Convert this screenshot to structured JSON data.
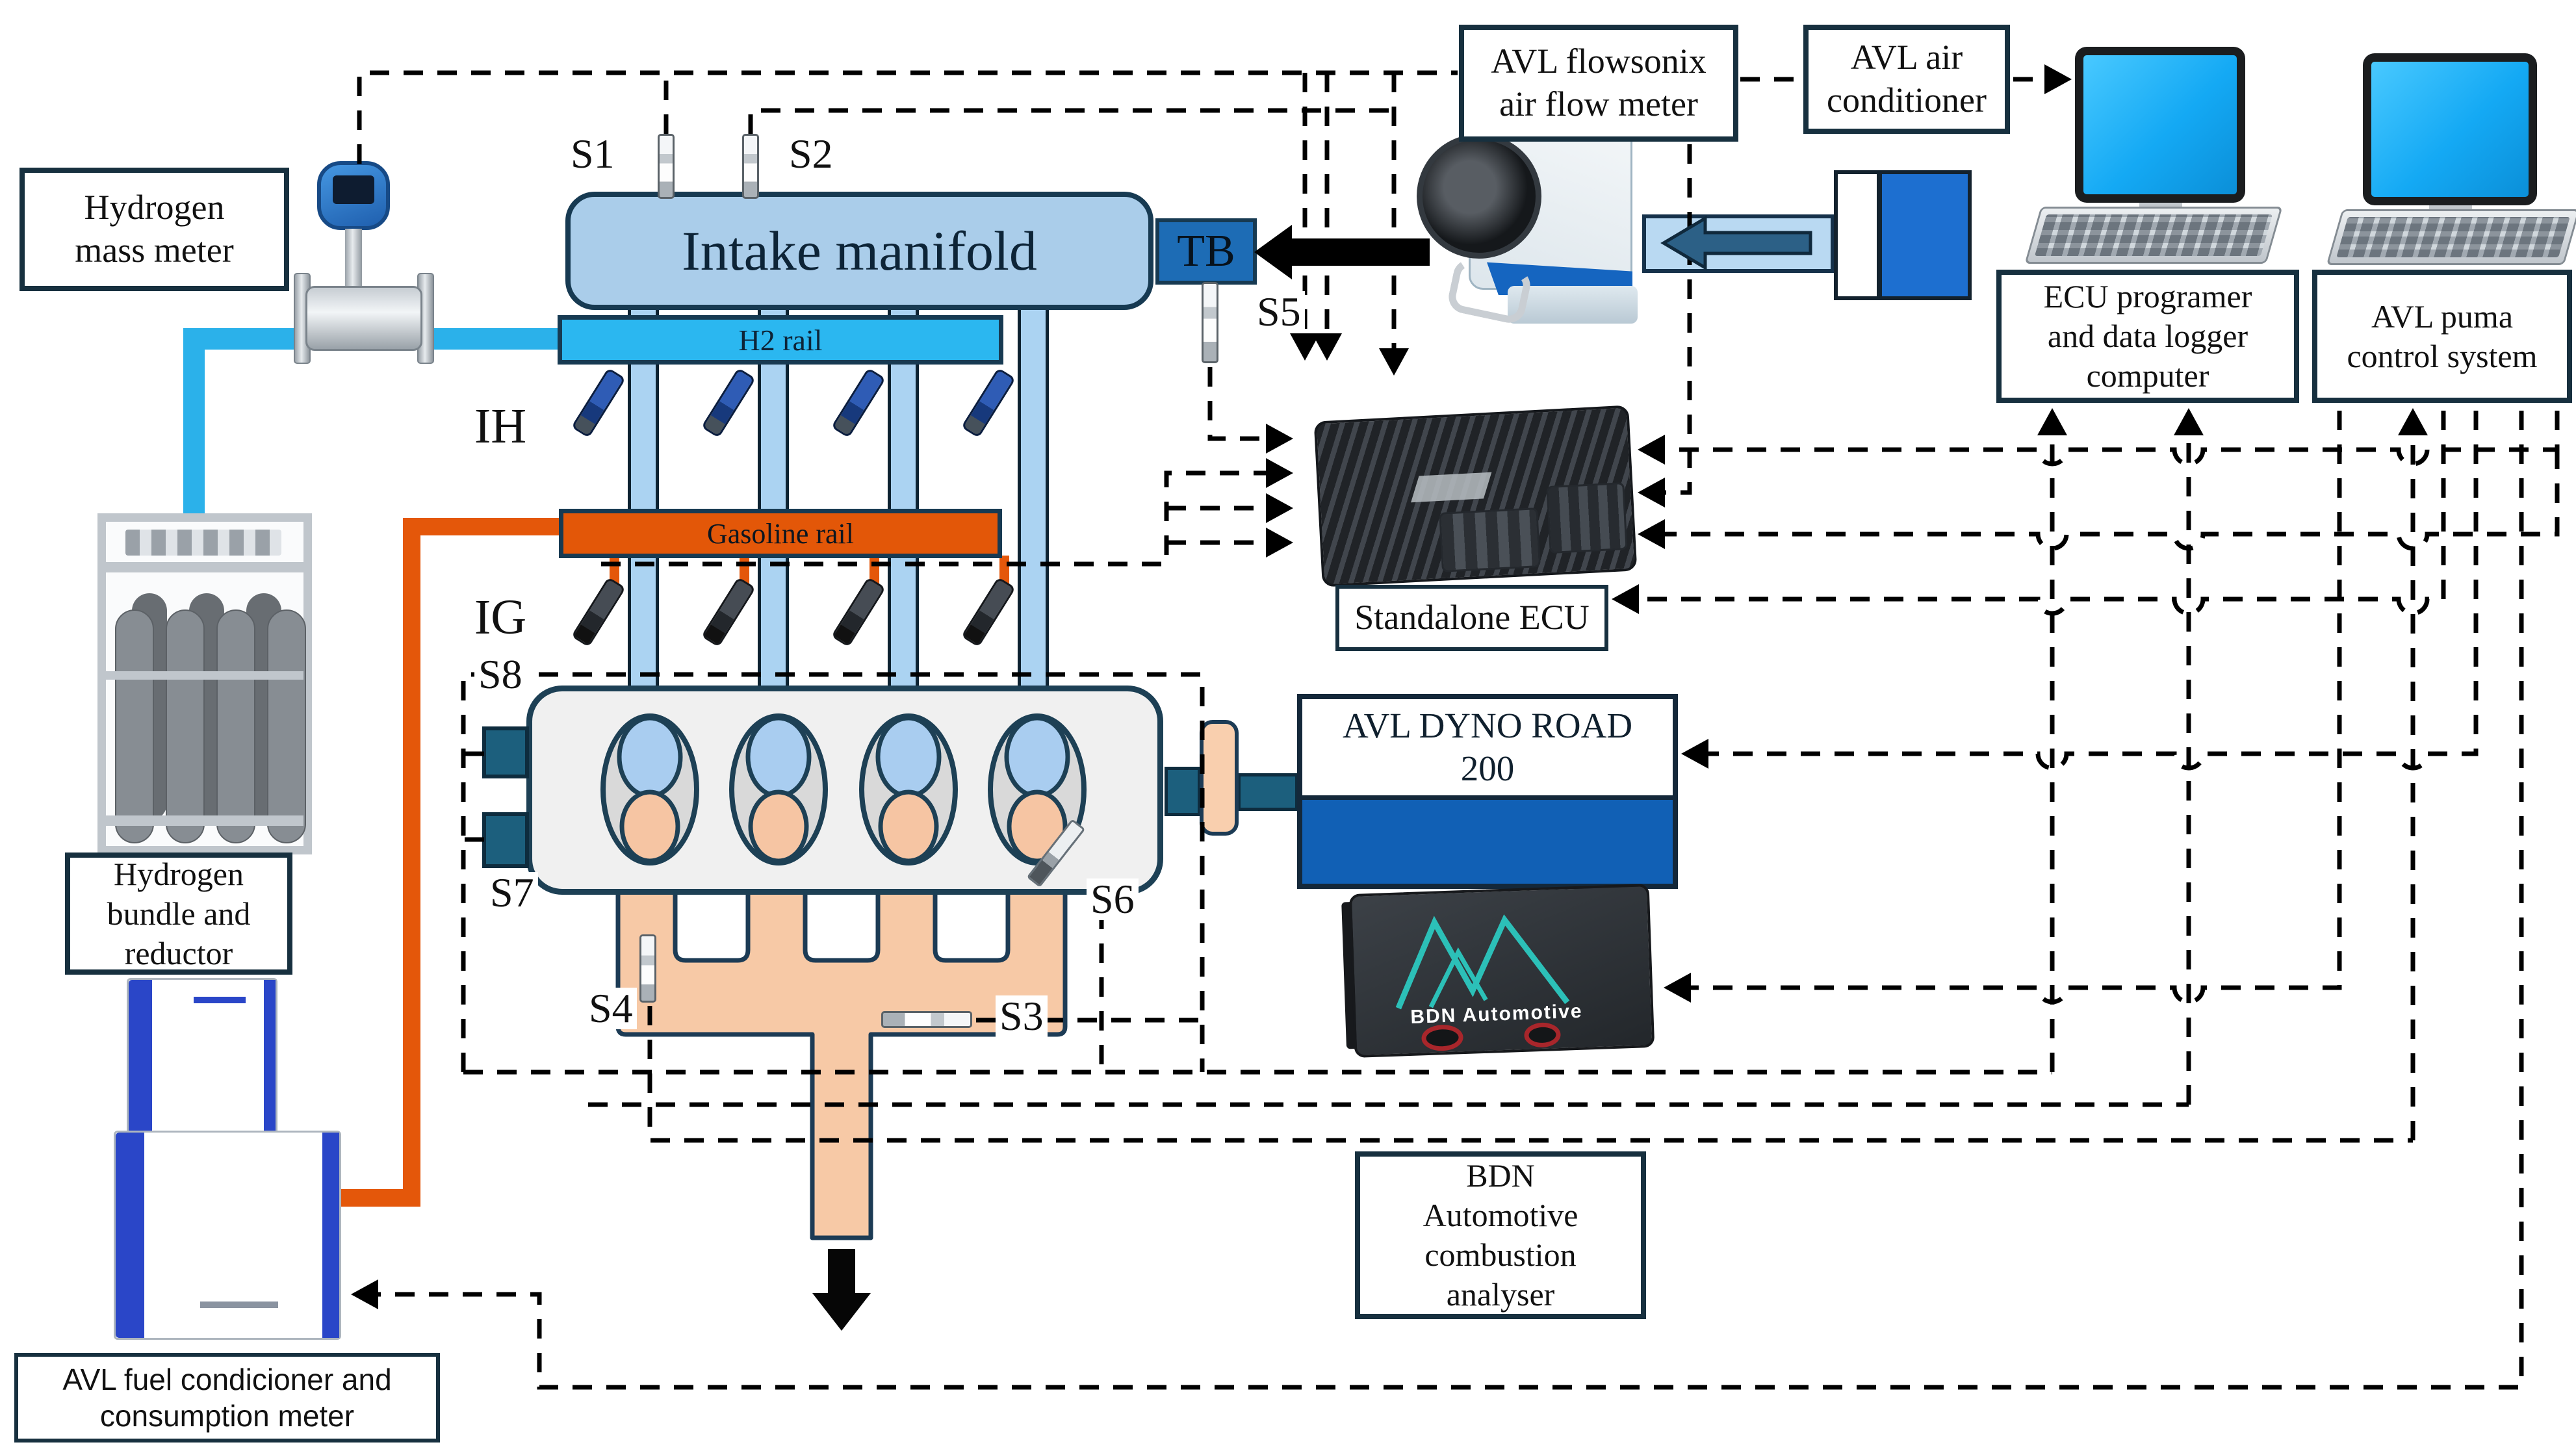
{
  "boxes": {
    "hydrogen_mass_meter": {
      "l1": "Hydrogen",
      "l2": "mass meter"
    },
    "flowsonix": {
      "l1": "AVL flowsonix",
      "l2": "air flow meter"
    },
    "air_conditioner": {
      "l1": "AVL air",
      "l2": "conditioner"
    },
    "ecu_programmer": {
      "l1": "ECU programer",
      "l2": "and data logger",
      "l3": "computer"
    },
    "puma": {
      "l1": "AVL puma",
      "l2": "control system"
    },
    "standalone_ecu": {
      "l1": "Standalone ECU"
    },
    "hydrogen_bundle": {
      "l1": "Hydrogen",
      "l2": "bundle and",
      "l3": "reductor"
    },
    "bdn_analyser": {
      "l1": "BDN",
      "l2": "Automotive",
      "l3": "combustion",
      "l4": "analyser"
    },
    "fuel_conditioner": {
      "l1": "AVL fuel condicioner and",
      "l2": "consumption meter"
    }
  },
  "parts": {
    "intake_manifold": "Intake manifold",
    "throttle_body": "TB",
    "h2_rail": "H2 rail",
    "gasoline_rail": "Gasoline rail",
    "dyno_l1": "AVL DYNO ROAD",
    "dyno_l2": "200",
    "bdn_device_label": "BDN Automotive"
  },
  "sensors": {
    "s1": "S1",
    "s2": "S2",
    "s3": "S3",
    "s4": "S4",
    "s5": "S5",
    "s6": "S6",
    "s7": "S7",
    "s8": "S8",
    "ih": "IH",
    "ig": "IG"
  },
  "colors": {
    "h2_line": "#2bb1ea",
    "fuel_line": "#e4570a",
    "manifold_fill": "#aacdea",
    "h2_rail_fill": "#2bb7f0",
    "gasoline_rail_fill": "#e35708",
    "tb_fill": "#1d6cb5",
    "dyno_blue": "#1160b5",
    "engine_fill": "#f0f0f0",
    "cylinder_blue": "#a9cdf0",
    "cylinder_peach": "#f6c5a3",
    "exhaust_peach": "#f7c9a6",
    "port_teal": "#1c5f7d",
    "screen_blue": "#14a9f4",
    "bdn_teal": "#2cc0b8",
    "conditioner_blue": "#2a46c8",
    "dashed_line": "#000000"
  }
}
